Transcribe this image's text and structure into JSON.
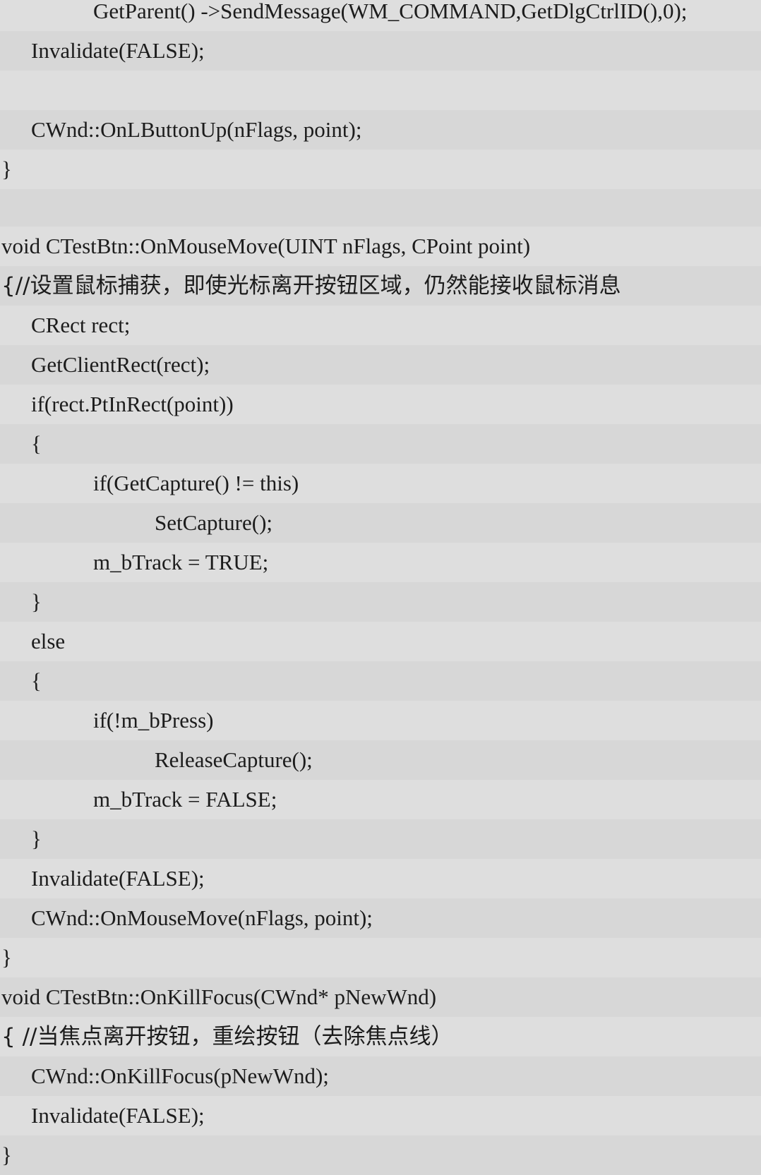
{
  "code_lines": [
    "GetParent() ->SendMessage(WM_COMMAND,GetDlgCtrlID(),0);",
    "Invalidate(FALSE);",
    "",
    "CWnd::OnLButtonUp(nFlags, point);",
    "}",
    "",
    "void CTestBtn::OnMouseMove(UINT nFlags, CPoint point)",
    "{//设置鼠标捕获，即使光标离开按钮区域，仍然能接收鼠标消息",
    "CRect rect;",
    "GetClientRect(rect);",
    "if(rect.PtInRect(point))",
    "{",
    "if(GetCapture() != this)",
    "SetCapture();",
    "m_bTrack = TRUE;",
    "}",
    "else",
    "{",
    "if(!m_bPress)",
    "ReleaseCapture();",
    "m_bTrack = FALSE;",
    "}",
    "Invalidate(FALSE);",
    "CWnd::OnMouseMove(nFlags, point);",
    "}",
    "void CTestBtn::OnKillFocus(CWnd* pNewWnd)",
    "{ //当焦点离开按钮，重绘按钮（去除焦点线）",
    "CWnd::OnKillFocus(pNewWnd);",
    "Invalidate(FALSE);",
    "}"
  ]
}
